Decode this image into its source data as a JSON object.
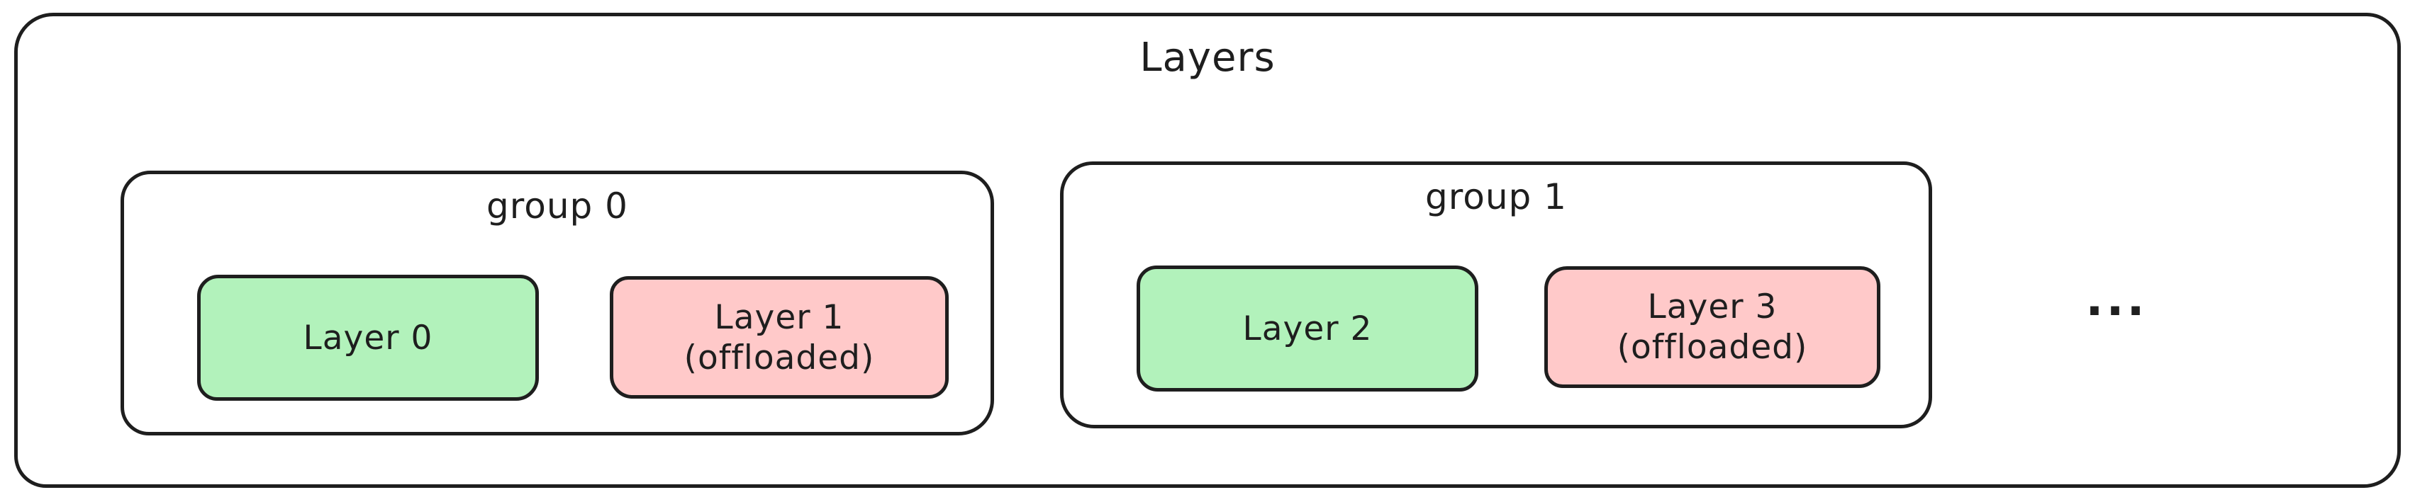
{
  "diagram": {
    "title": "Layers",
    "ellipsis": "...",
    "colors": {
      "stroke": "#1e1e1e",
      "loaded_fill": "#b2f2bb",
      "offloaded_fill": "#ffc9c9",
      "background": "#ffffff"
    },
    "groups": [
      {
        "label": "group 0",
        "layers": [
          {
            "name": "Layer 0",
            "suffix": "",
            "status": "loaded"
          },
          {
            "name": "Layer 1",
            "suffix": "(offloaded)",
            "status": "offloaded"
          }
        ]
      },
      {
        "label": "group 1",
        "layers": [
          {
            "name": "Layer 2",
            "suffix": "",
            "status": "loaded"
          },
          {
            "name": "Layer 3",
            "suffix": "(offloaded)",
            "status": "offloaded"
          }
        ]
      }
    ]
  }
}
